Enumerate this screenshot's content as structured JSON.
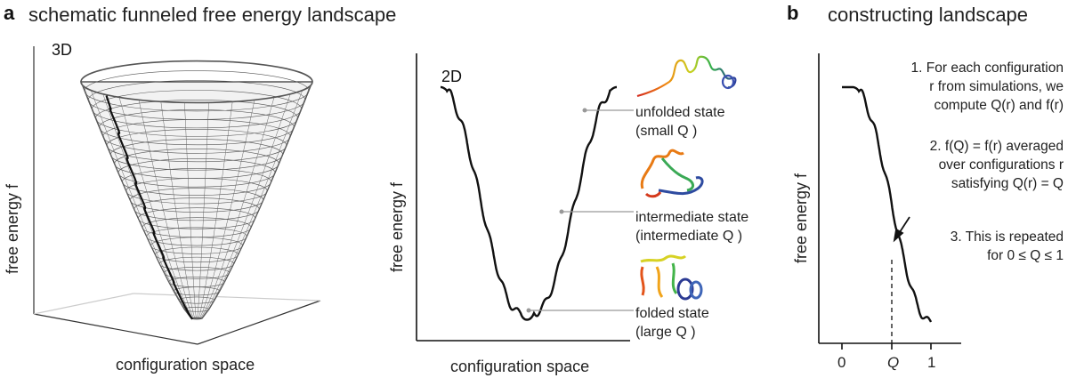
{
  "panel_a": {
    "letter": "a",
    "title": "schematic funneled free energy landscape",
    "label_3d": "3D",
    "label_2d": "2D",
    "ylabel": "free energy f",
    "xlabel_3d": "configuration space",
    "xlabel_2d": "configuration space",
    "states": [
      {
        "line1": "unfolded state",
        "line2": "(small Q )"
      },
      {
        "line1": "intermediate state",
        "line2": "(intermediate Q )"
      },
      {
        "line1": "folded state",
        "line2": "(large Q )"
      }
    ]
  },
  "panel_b": {
    "letter": "b",
    "title": "constructing landscape",
    "ylabel": "free energy f",
    "step1": [
      "1. For each configuration",
      "r  from simulations, we",
      "compute Q(r) and f(r)"
    ],
    "step2": [
      "2. f(Q) = f(r) averaged",
      "over configurations r",
      "satisfying Q(r) = Q"
    ],
    "step3": [
      "3. This is repeated",
      "for 0 ≤ Q ≤ 1"
    ],
    "ticks": [
      "0",
      "Q",
      "1"
    ]
  }
}
